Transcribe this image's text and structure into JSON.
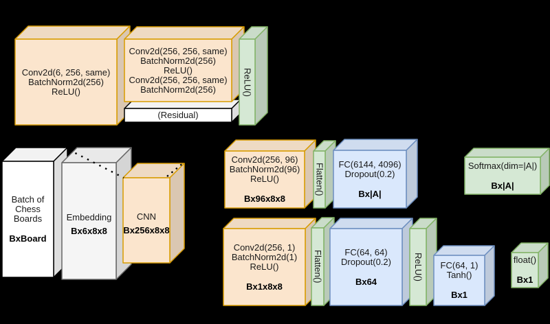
{
  "diagram": {
    "background": "#000000",
    "text_color": "#191919",
    "connector_color": "#000000",
    "palette": {
      "orange": {
        "fill": "#FBE5CD",
        "stroke": "#D79B00"
      },
      "green": {
        "fill": "#D5E8D4",
        "stroke": "#82B366"
      },
      "blue": {
        "fill": "#DAE8FC",
        "stroke": "#6C8EBF"
      },
      "gray": {
        "fill": "#F5F5F5",
        "stroke": "#666666"
      },
      "white": {
        "fill": "#FFFFFF",
        "stroke": "#000000"
      }
    },
    "nodes": {
      "conv_block1": {
        "lines": [
          "Conv2d(6, 256, same)",
          "BatchNorm2d(256)",
          "ReLU()"
        ]
      },
      "conv_block2": {
        "lines": [
          "Conv2d(256, 256, same)",
          "BatchNorm2d(256)",
          "ReLU()",
          "Conv2d(256, 256, same)",
          "BatchNorm2d(256)"
        ]
      },
      "residual": {
        "label": "(Residual)"
      },
      "relu_block": {
        "label": "ReLU()"
      },
      "batch_input": {
        "lines": [
          "Batch of",
          "Chess",
          "Boards"
        ],
        "dim": "BxBoard"
      },
      "embedding": {
        "label": "Embedding",
        "dim": "Bx6x8x8"
      },
      "cnn": {
        "label": "CNN",
        "dim": "Bx256x8x8"
      },
      "policy_conv": {
        "lines": [
          "Conv2d(256, 96)",
          "BatchNorm2d(96)",
          "ReLU()"
        ],
        "dim": "Bx96x8x8"
      },
      "policy_flatten": {
        "label": "Flatten()"
      },
      "policy_fc": {
        "lines": [
          "FC(6144, 4096)",
          "Dropout(0.2)"
        ],
        "dim": "Bx|A|"
      },
      "policy_softmax": {
        "label": "Softmax(dim=|A|)",
        "dim": "Bx|A|"
      },
      "value_conv": {
        "lines": [
          "Conv2d(256, 1)",
          "BatchNorm2d(1)",
          "ReLU()"
        ],
        "dim": "Bx1x8x8"
      },
      "value_flatten": {
        "label": "Flatten()"
      },
      "value_fc1": {
        "lines": [
          "FC(64, 64)",
          "Dropout(0.2)"
        ],
        "dim": "Bx64"
      },
      "value_relu": {
        "label": "ReLU()"
      },
      "value_fc2": {
        "lines": [
          "FC(64, 1)",
          "Tanh()"
        ],
        "dim": "Bx1"
      },
      "value_out": {
        "label": "float()",
        "dim": "Bx1"
      }
    }
  }
}
